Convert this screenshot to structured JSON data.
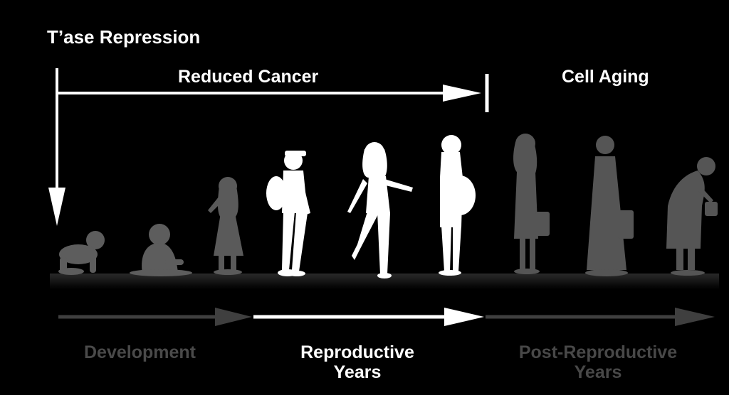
{
  "labels": {
    "title": "T’ase Repression",
    "reduced_cancer": "Reduced Cancer",
    "cell_aging": "Cell Aging",
    "development": "Development",
    "reproductive_1": "Reproductive",
    "reproductive_2": "Years",
    "post_reproductive_1": "Post-Reproductive",
    "post_reproductive_2": "Years"
  },
  "figures": [
    {
      "name": "crawling-baby",
      "stage": "development"
    },
    {
      "name": "sitting-toddler",
      "stage": "development"
    },
    {
      "name": "young-girl",
      "stage": "development"
    },
    {
      "name": "teen-with-backpack",
      "stage": "reproductive"
    },
    {
      "name": "dancing-woman",
      "stage": "reproductive"
    },
    {
      "name": "pregnant-woman",
      "stage": "reproductive"
    },
    {
      "name": "woman-with-handbag",
      "stage": "post-reproductive"
    },
    {
      "name": "woman-in-long-coat",
      "stage": "post-reproductive"
    },
    {
      "name": "elderly-woman-hunched",
      "stage": "post-reproductive"
    }
  ],
  "colors": {
    "background": "#000000",
    "active": "#ffffff",
    "development_figure": "#5a5a5a",
    "post_figure": "#555555",
    "development_text": "#4a4a4a",
    "post_text": "#484848",
    "timeline_gray": "#3f3f3f"
  }
}
